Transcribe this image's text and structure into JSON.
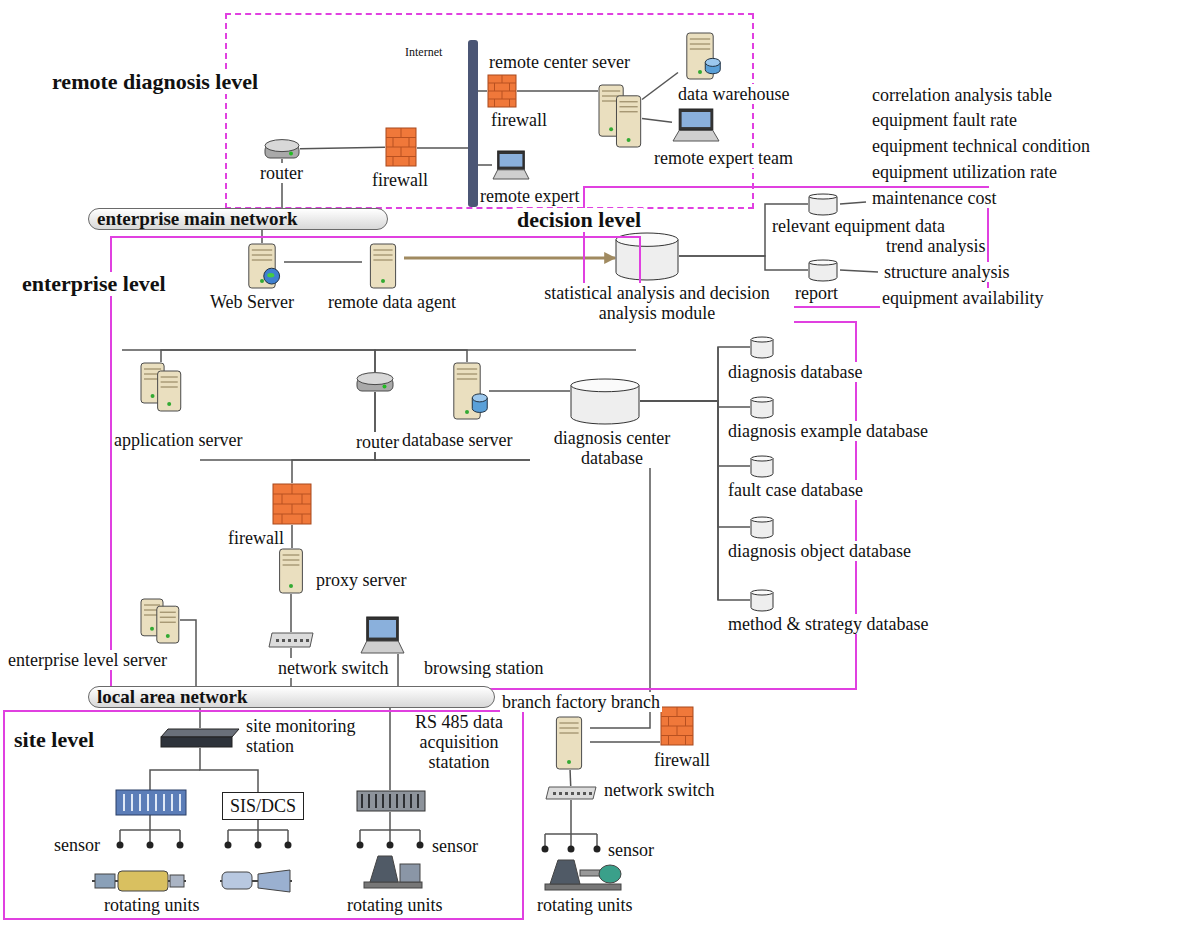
{
  "diagram": {
    "nodes": [
      {
        "text": [
          "remote diagnosis level"
        ]
      },
      {
        "text": [
          "Internet"
        ],
        "in": 0
      },
      {
        "text": [
          "router"
        ],
        "in": 0
      },
      {
        "text": [
          "firewall"
        ],
        "in": 0
      },
      {
        "text": [
          "remote expert"
        ],
        "in": 0
      },
      {
        "text": [
          "firewall"
        ],
        "in": 0
      },
      {
        "text": [
          "remote center sever"
        ],
        "in": 0
      },
      {
        "text": [
          "data warehouse"
        ],
        "in": 0
      },
      {
        "text": [
          "remote expert team"
        ],
        "in": 0
      },
      {
        "text": [
          "enterprise main network"
        ]
      },
      {
        "text": [
          "decision level"
        ]
      },
      {
        "text": [
          "statistical analysis and decision analysis module"
        ],
        "in": 10
      },
      {
        "text": [
          "relevant equipment data"
        ],
        "in": 10
      },
      {
        "text": [
          "report"
        ],
        "in": 10
      },
      {
        "text": [
          "enterprise level"
        ]
      },
      {
        "text": [
          "Web Server"
        ],
        "in": 14
      },
      {
        "text": [
          "remote data agent"
        ],
        "in": 14
      },
      {
        "text": [
          "application server"
        ],
        "in": 14
      },
      {
        "text": [
          "router"
        ],
        "in": 14
      },
      {
        "text": [
          "database server"
        ],
        "in": 14
      },
      {
        "text": [
          "diagnosis center database"
        ],
        "in": 14
      },
      {
        "text": [
          "diagnosis database"
        ],
        "in": 14
      },
      {
        "text": [
          "diagnosis example database"
        ],
        "in": 14
      },
      {
        "text": [
          "fault case database"
        ],
        "in": 14
      },
      {
        "text": [
          "diagnosis object database"
        ],
        "in": 14
      },
      {
        "text": [
          "method & strategy database"
        ],
        "in": 14
      },
      {
        "text": [
          "firewall"
        ],
        "in": 14
      },
      {
        "text": [
          "proxy server"
        ],
        "in": 14
      },
      {
        "text": [
          "network switch"
        ],
        "in": 14
      },
      {
        "text": [
          "browsing station"
        ],
        "in": 14
      },
      {
        "text": [
          "enterprise level server"
        ]
      },
      {
        "text": [
          "local area network"
        ]
      },
      {
        "text": [
          "site level"
        ]
      },
      {
        "text": [
          "site monitoring station"
        ],
        "in": 32
      },
      {
        "text": [
          "SIS/DCS"
        ],
        "in": 32
      },
      {
        "text": [
          "RS 485 data acquisition statation"
        ],
        "in": 32
      },
      {
        "text": [
          "branch factory branch"
        ]
      },
      {
        "text": [
          "firewall"
        ]
      },
      {
        "text": [
          "network switch"
        ]
      }
    ],
    "edges": [
      {
        "from": 2,
        "to": 3,
        "arrow": "none"
      },
      {
        "from": 3,
        "to": 1,
        "arrow": "none"
      },
      {
        "from": 4,
        "to": 1,
        "arrow": "none"
      },
      {
        "from": 1,
        "to": 5,
        "arrow": "none"
      },
      {
        "from": 5,
        "to": 6,
        "arrow": "none"
      },
      {
        "from": 6,
        "to": 7,
        "arrow": "none"
      },
      {
        "from": 6,
        "to": 8,
        "arrow": "none"
      },
      {
        "from": 2,
        "to": 9,
        "arrow": "none"
      },
      {
        "from": 9,
        "to": 15,
        "arrow": "none"
      },
      {
        "from": 15,
        "to": 16,
        "arrow": "none"
      },
      {
        "from": 16,
        "to": 11,
        "arrow": "to"
      },
      {
        "from": 11,
        "to": 12,
        "arrow": "none"
      },
      {
        "from": 11,
        "to": 13,
        "arrow": "none"
      },
      {
        "from": 17,
        "to": 18,
        "arrow": "none"
      },
      {
        "from": 18,
        "to": 19,
        "arrow": "none"
      },
      {
        "from": 19,
        "to": 20,
        "arrow": "none"
      },
      {
        "from": 20,
        "to": 21,
        "arrow": "none"
      },
      {
        "from": 20,
        "to": 22,
        "arrow": "none"
      },
      {
        "from": 20,
        "to": 23,
        "arrow": "none"
      },
      {
        "from": 20,
        "to": 24,
        "arrow": "none"
      },
      {
        "from": 20,
        "to": 25,
        "arrow": "none"
      },
      {
        "from": 18,
        "to": 26,
        "arrow": "none"
      },
      {
        "from": 18,
        "to": 36,
        "arrow": "none"
      },
      {
        "from": 26,
        "to": 27,
        "arrow": "none"
      },
      {
        "from": 27,
        "to": 28,
        "arrow": "none"
      },
      {
        "from": 28,
        "to": 31,
        "arrow": "none"
      },
      {
        "from": 29,
        "to": 31,
        "arrow": "none"
      },
      {
        "from": 30,
        "to": 31,
        "arrow": "none"
      },
      {
        "from": 31,
        "to": 33,
        "arrow": "none"
      },
      {
        "from": 33,
        "to": 34,
        "arrow": "none"
      },
      {
        "from": 31,
        "to": 35,
        "arrow": "none"
      },
      {
        "from": 36,
        "to": 37,
        "arrow": "none"
      },
      {
        "from": 36,
        "to": 38,
        "arrow": "none"
      }
    ],
    "labels": [
      "correlation analysis table",
      "equipment fault rate",
      "equipment technical condition",
      "equipment utilization rate",
      "maintenance cost",
      "trend analysis",
      "structure analysis",
      "equipment availability",
      "sensor",
      "rotating units",
      "sensor",
      "rotating units",
      "sensor",
      "rotating units"
    ]
  }
}
